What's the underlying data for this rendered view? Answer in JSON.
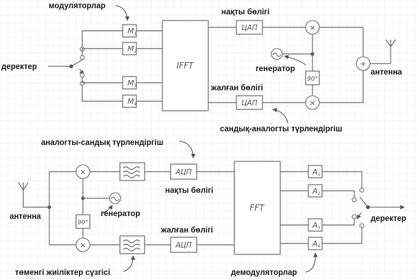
{
  "labels": {
    "modulators": "модуляторлар",
    "data_in": "деректер",
    "real_part_tx": "нақты бөлігі",
    "imag_part_tx": "жалған бөлігі",
    "generator_tx": "генератор",
    "antenna_tx": "антенна",
    "dac_caption": "сандық-аналогты түрлендіргіш",
    "adc_caption": "аналогты-сандық түрлендіргіш",
    "antenna_rx": "антенна",
    "generator_rx": "генератор",
    "real_part_rx": "нақты бөлігі",
    "imag_part_rx": "жалған бөлігі",
    "lpf_caption": "төменгі жиіліктер сүзгісі",
    "demodulators": "демодуляторлар",
    "data_out": "деректер"
  },
  "blocks": {
    "ifft": "IFFT",
    "fft": "FFT",
    "dac": "ЦАП",
    "adc": "АЦП",
    "phase": "90°",
    "mixer": "×",
    "adder": "+",
    "mod": "M",
    "demod": "A",
    "sub_1": "1",
    "sub_2": "2",
    "sub_3": "3",
    "sub_4": "4"
  },
  "colors": {
    "grid": "#dfe3ea",
    "line": "#6b6b6b",
    "text": "#1a1a1a"
  }
}
